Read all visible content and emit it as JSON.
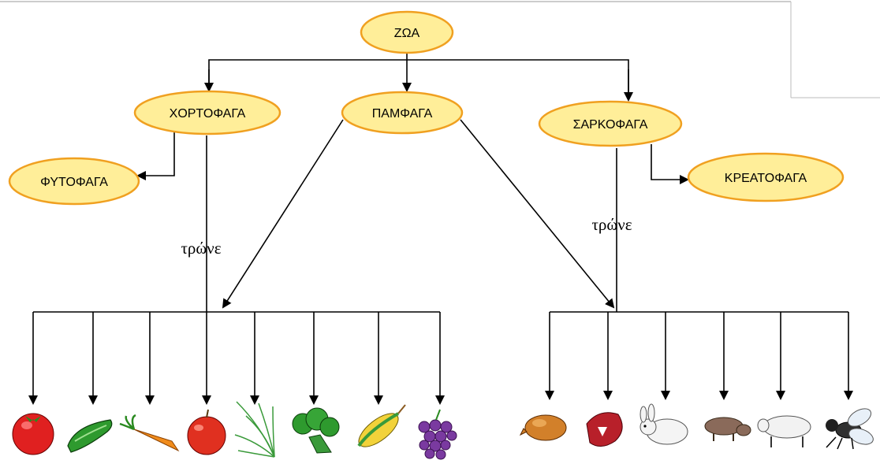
{
  "diagram": {
    "root": "ΖΩΑ",
    "herbivores": "ΧΟΡΤΟΦΑΓΑ",
    "omnivores": "ΠΑΜΦΑΓΑ",
    "carnivores": "ΣΑΡΚΟΦΑΓΑ",
    "plant_eaters": "ΦΥΤΟΦΑΓΑ",
    "meat_eaters": "ΚΡΕΑΤΟΦΑΓΑ",
    "eat_left": "τρώνε",
    "eat_right": "τρώνε"
  },
  "colors": {
    "node_fill": "#ffee99",
    "node_stroke": "#f0a020",
    "line": "#000000"
  },
  "food_icons": {
    "plants": [
      "tomato-icon",
      "cucumber-icon",
      "carrot-icon",
      "apple-icon",
      "grass-icon",
      "broccoli-icon",
      "corn-icon",
      "grapes-icon"
    ],
    "animals": [
      "chicken-icon",
      "steak-icon",
      "rabbit-icon",
      "pig-icon",
      "sheep-icon",
      "fly-icon"
    ]
  }
}
